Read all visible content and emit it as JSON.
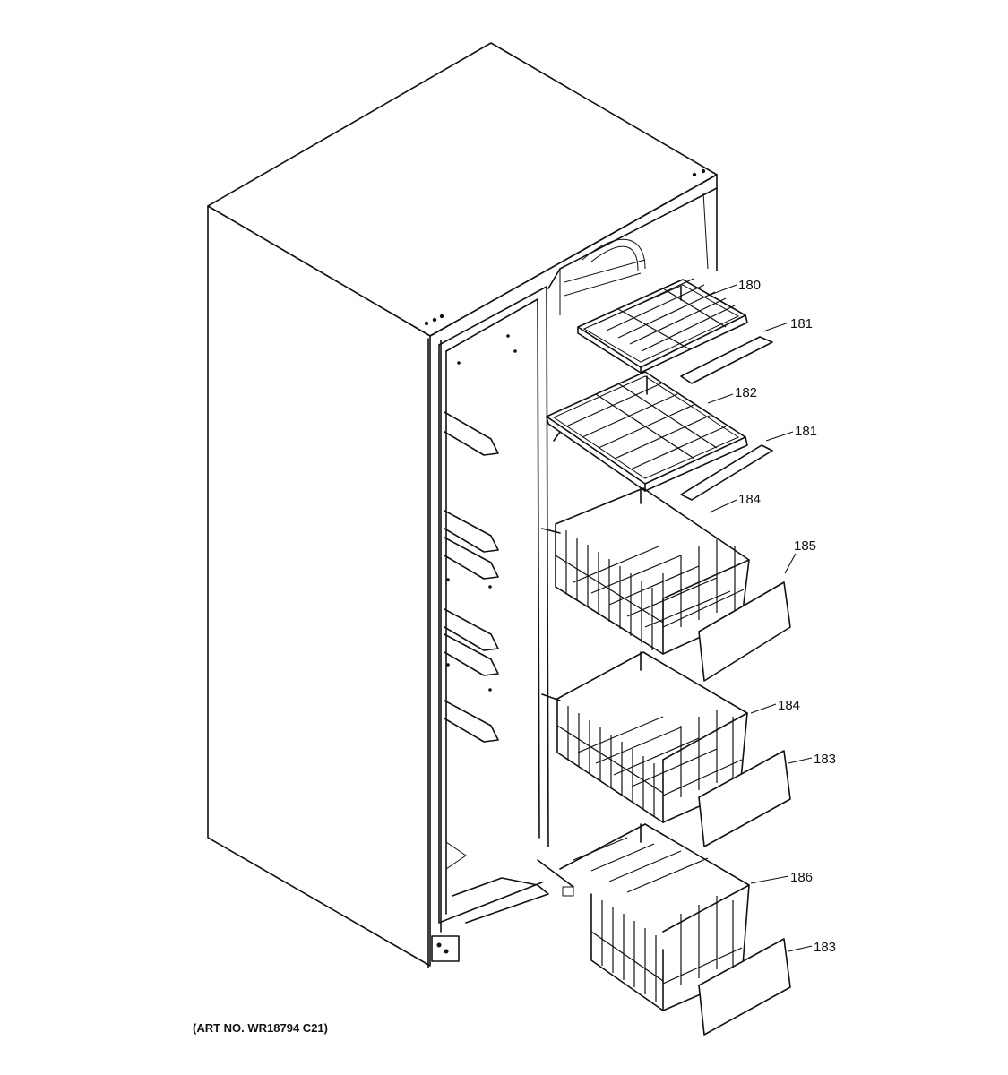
{
  "diagram": {
    "callouts": [
      {
        "id": "c180",
        "label": "180"
      },
      {
        "id": "c181a",
        "label": "181"
      },
      {
        "id": "c182",
        "label": "182"
      },
      {
        "id": "c181b",
        "label": "181"
      },
      {
        "id": "c184a",
        "label": "184"
      },
      {
        "id": "c185",
        "label": "185"
      },
      {
        "id": "c184b",
        "label": "184"
      },
      {
        "id": "c183a",
        "label": "183"
      },
      {
        "id": "c186",
        "label": "186"
      },
      {
        "id": "c183b",
        "label": "183"
      }
    ],
    "art_number": "(ART NO. WR18794 C21)"
  }
}
